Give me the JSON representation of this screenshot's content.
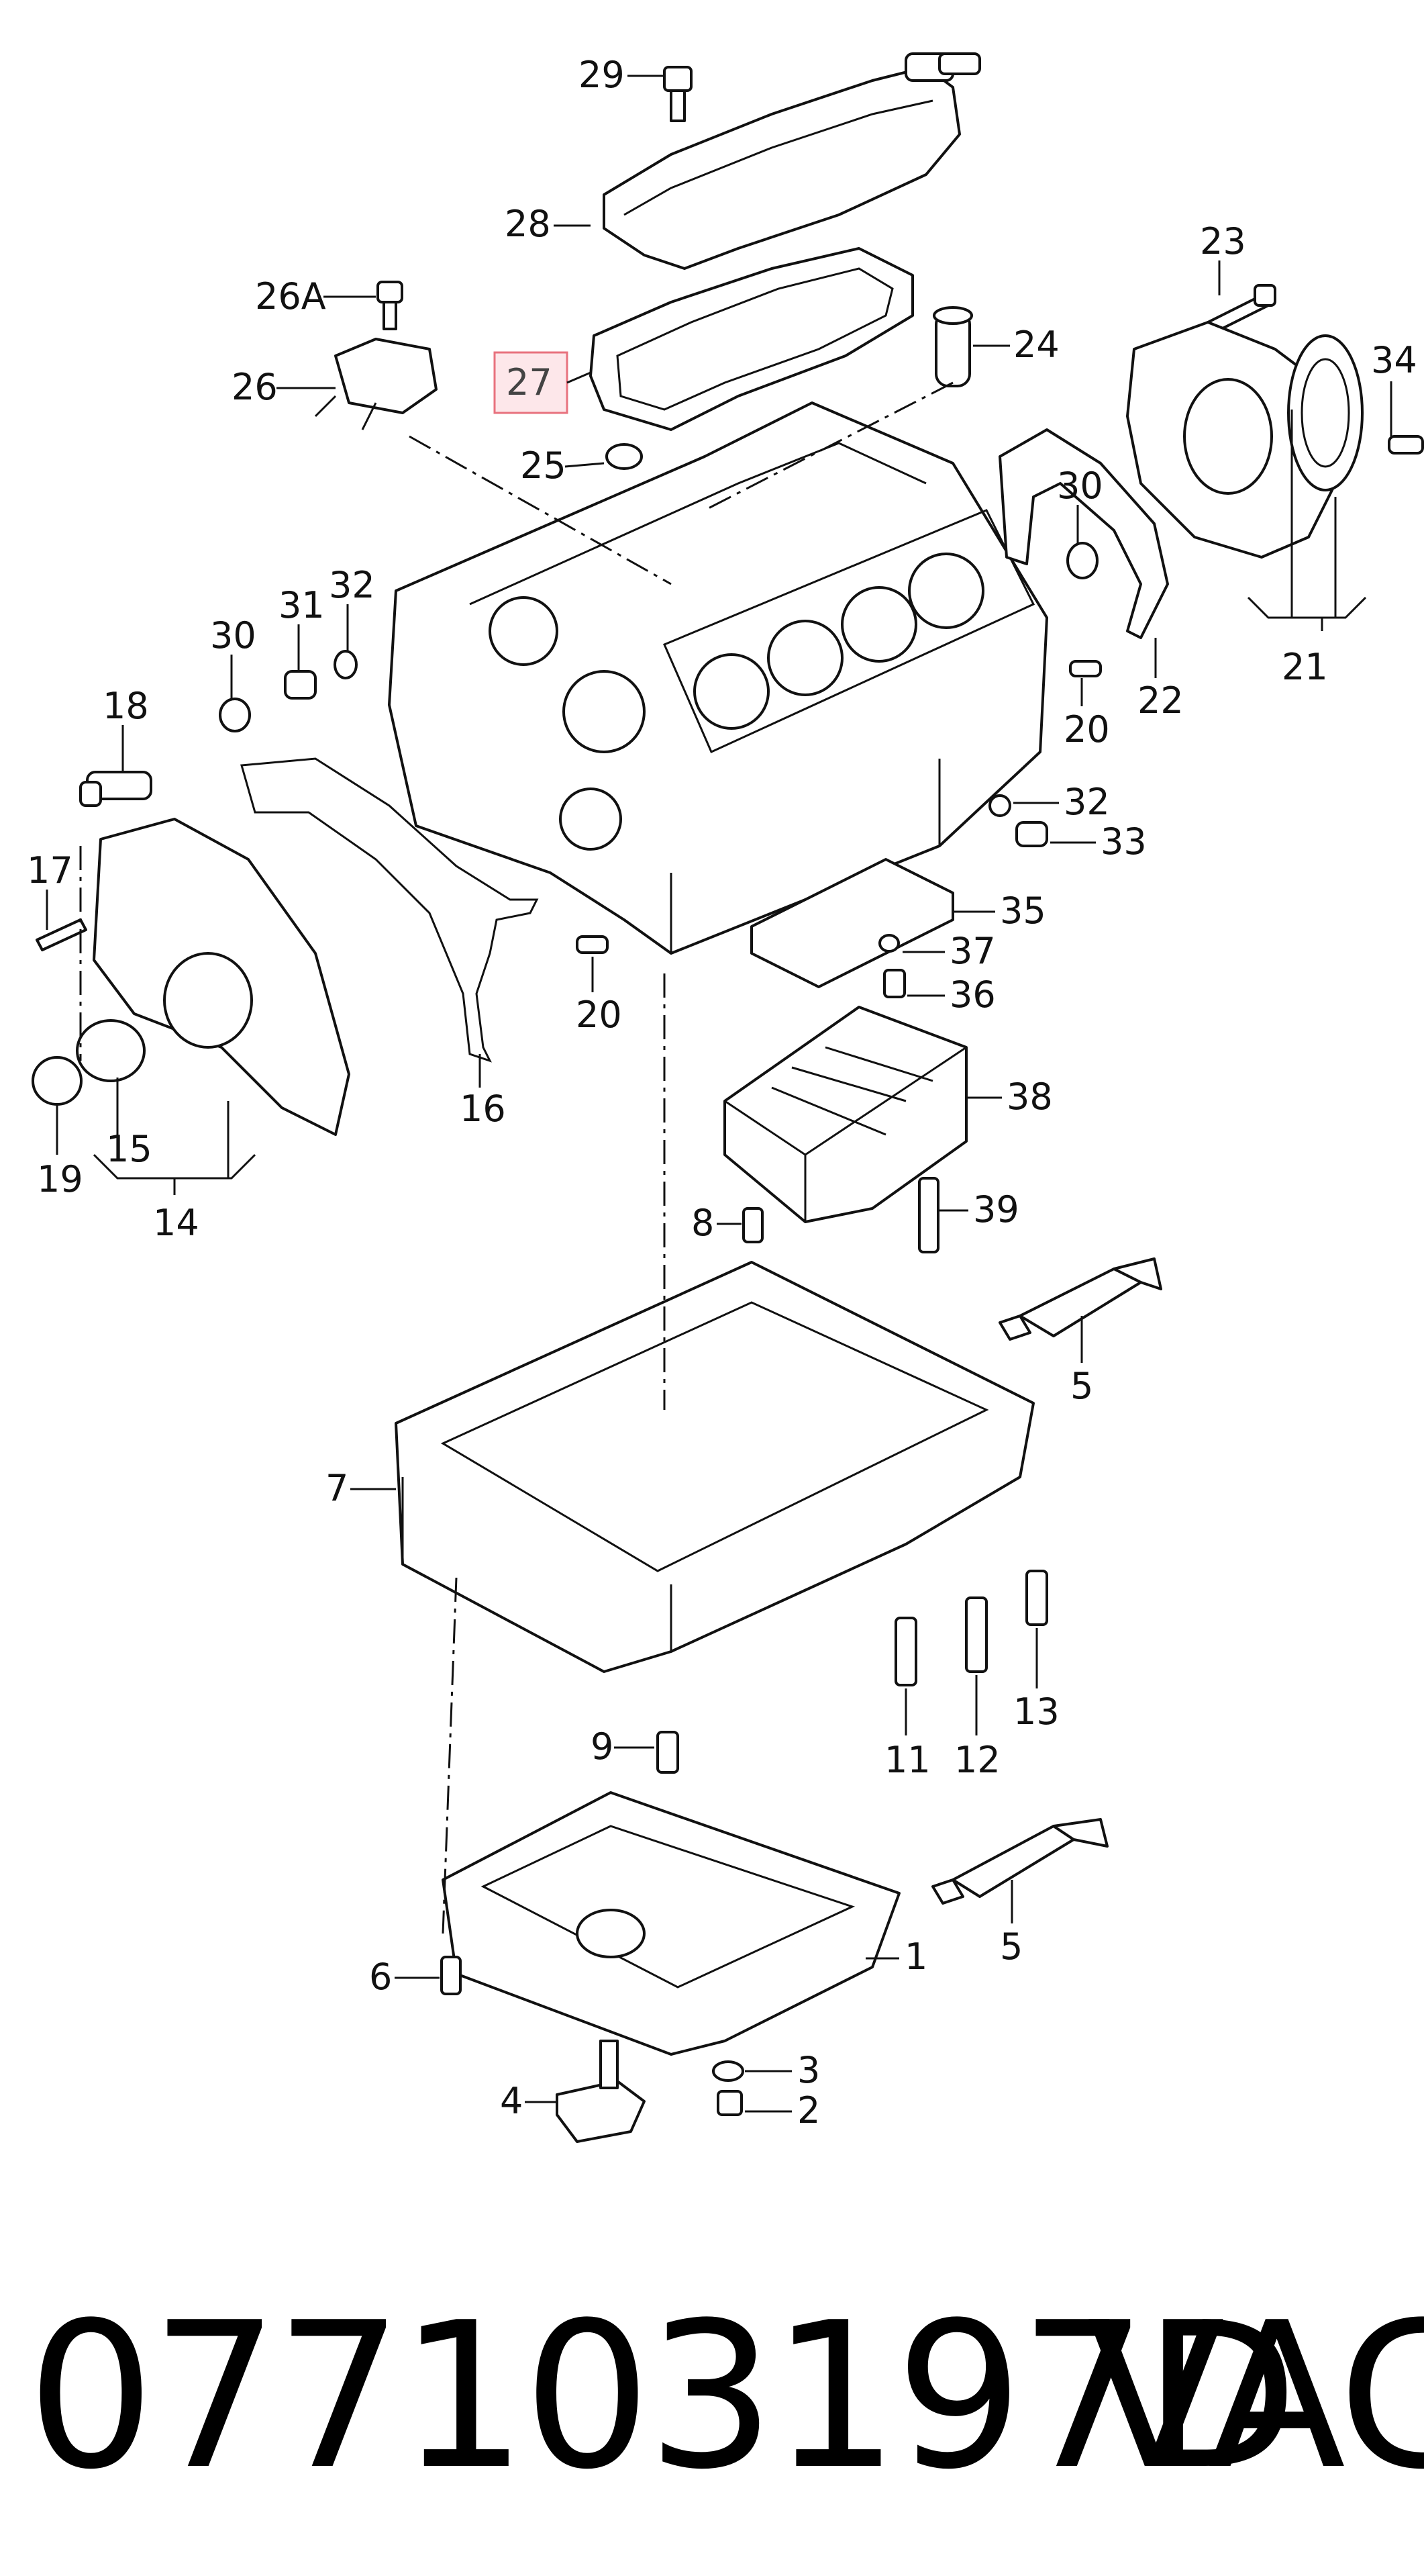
{
  "diagram": {
    "highlight_color": "#e8727e",
    "highlight_fill": "#fde7ea",
    "callouts": [
      {
        "id": "29",
        "label": "29"
      },
      {
        "id": "28",
        "label": "28"
      },
      {
        "id": "26A",
        "label": "26A"
      },
      {
        "id": "26",
        "label": "26"
      },
      {
        "id": "27",
        "label": "27",
        "highlighted": true
      },
      {
        "id": "25",
        "label": "25"
      },
      {
        "id": "24",
        "label": "24"
      },
      {
        "id": "23",
        "label": "23"
      },
      {
        "id": "34",
        "label": "34"
      },
      {
        "id": "30a",
        "label": "30"
      },
      {
        "id": "22",
        "label": "22"
      },
      {
        "id": "21",
        "label": "21"
      },
      {
        "id": "20a",
        "label": "20"
      },
      {
        "id": "31",
        "label": "31"
      },
      {
        "id": "32a",
        "label": "32"
      },
      {
        "id": "30b",
        "label": "30"
      },
      {
        "id": "18",
        "label": "18"
      },
      {
        "id": "17",
        "label": "17"
      },
      {
        "id": "32b",
        "label": "32"
      },
      {
        "id": "33",
        "label": "33"
      },
      {
        "id": "35",
        "label": "35"
      },
      {
        "id": "37",
        "label": "37"
      },
      {
        "id": "36",
        "label": "36"
      },
      {
        "id": "20b",
        "label": "20"
      },
      {
        "id": "16",
        "label": "16"
      },
      {
        "id": "38",
        "label": "38"
      },
      {
        "id": "19",
        "label": "19"
      },
      {
        "id": "15",
        "label": "15"
      },
      {
        "id": "14",
        "label": "14"
      },
      {
        "id": "39",
        "label": "39"
      },
      {
        "id": "8",
        "label": "8"
      },
      {
        "id": "5a",
        "label": "5"
      },
      {
        "id": "7",
        "label": "7"
      },
      {
        "id": "13",
        "label": "13"
      },
      {
        "id": "11",
        "label": "11"
      },
      {
        "id": "12",
        "label": "12"
      },
      {
        "id": "9",
        "label": "9"
      },
      {
        "id": "5b",
        "label": "5"
      },
      {
        "id": "1",
        "label": "1"
      },
      {
        "id": "6",
        "label": "6"
      },
      {
        "id": "3",
        "label": "3"
      },
      {
        "id": "4",
        "label": "4"
      },
      {
        "id": "2",
        "label": "2"
      }
    ]
  },
  "footer": {
    "part_number": "077103197D",
    "make": "VAG"
  }
}
